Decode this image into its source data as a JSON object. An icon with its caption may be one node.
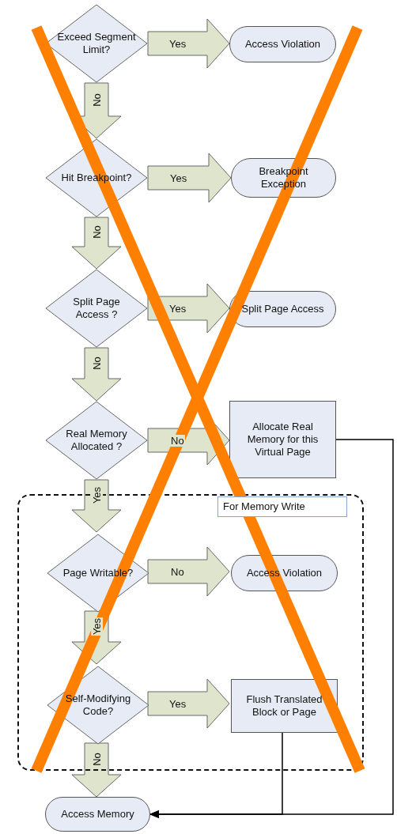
{
  "diagram": {
    "nodes": [
      {
        "text": [
          "Exceed Segment Limit?"
        ]
      },
      {
        "text": [
          "Access Violation"
        ]
      },
      {
        "text": [
          "Hit Breakpoint?"
        ]
      },
      {
        "text": [
          "Breakpoint Exception"
        ]
      },
      {
        "text": [
          "Split Page Access ?"
        ]
      },
      {
        "text": [
          "Split Page Access"
        ]
      },
      {
        "text": [
          "Real Memory Allocated ?"
        ]
      },
      {
        "text": [
          "Allocate Real Memory for this Virtual Page"
        ]
      },
      {
        "text": [
          "For Memory Write"
        ]
      },
      {
        "text": [
          "Page Writable?"
        ],
        "in": 8
      },
      {
        "text": [
          "Access Violation"
        ],
        "in": 8
      },
      {
        "text": [
          "Self-Modifying Code?"
        ],
        "in": 8
      },
      {
        "text": [
          "Flush Translated Block or Page"
        ],
        "in": 8
      },
      {
        "text": [
          "Access Memory"
        ]
      }
    ],
    "edges": [
      {
        "from": 0,
        "to": 1,
        "arrow": "to",
        "label": "Yes"
      },
      {
        "from": 0,
        "to": 2,
        "arrow": "to",
        "label": "No"
      },
      {
        "from": 2,
        "to": 3,
        "arrow": "to",
        "label": "Yes"
      },
      {
        "from": 2,
        "to": 4,
        "arrow": "to",
        "label": "No"
      },
      {
        "from": 4,
        "to": 5,
        "arrow": "to",
        "label": "Yes"
      },
      {
        "from": 4,
        "to": 6,
        "arrow": "to",
        "label": "No"
      },
      {
        "from": 6,
        "to": 7,
        "arrow": "to",
        "label": "No"
      },
      {
        "from": 6,
        "to": 9,
        "arrow": "to",
        "label": "Yes"
      },
      {
        "from": 9,
        "to": 10,
        "arrow": "to",
        "label": "No"
      },
      {
        "from": 9,
        "to": 11,
        "arrow": "to",
        "label": "Yes"
      },
      {
        "from": 11,
        "to": 12,
        "arrow": "to",
        "label": "Yes"
      },
      {
        "from": 11,
        "to": 13,
        "arrow": "to",
        "label": "No"
      },
      {
        "from": 7,
        "to": 13,
        "arrow": "to",
        "color": "#000000"
      },
      {
        "from": 12,
        "to": 13,
        "arrow": "to",
        "color": "#000000"
      }
    ]
  }
}
